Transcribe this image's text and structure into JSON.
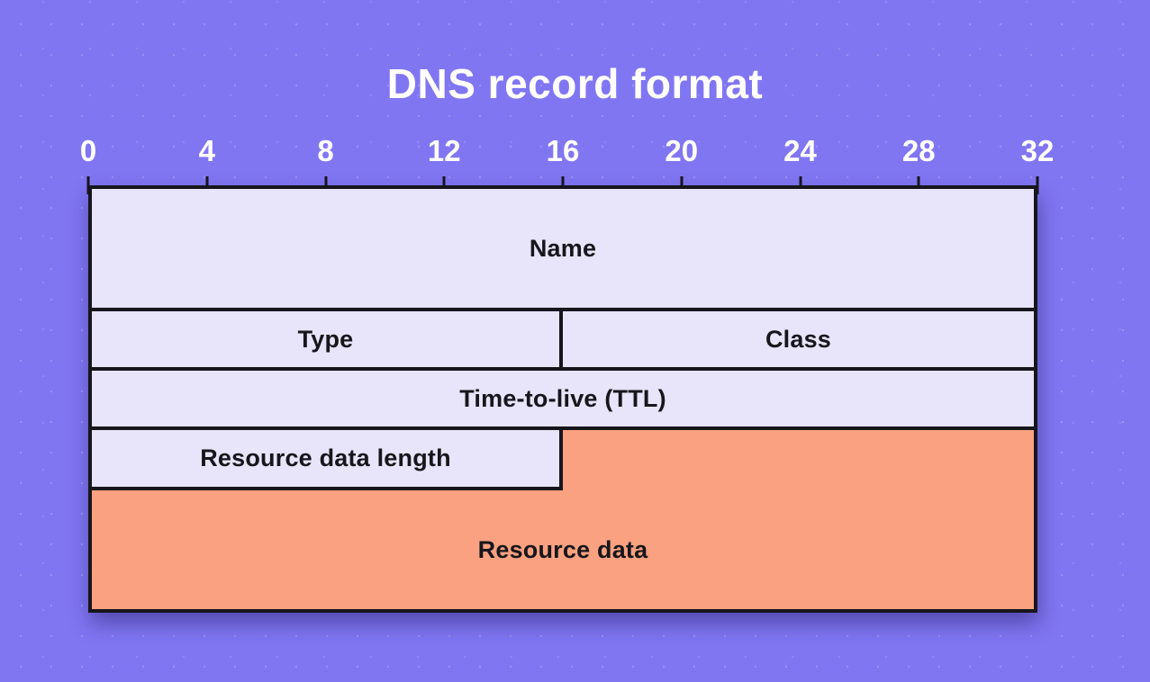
{
  "title": "DNS record format",
  "scale": {
    "unit_labels": [
      "0",
      "4",
      "8",
      "12",
      "16",
      "20",
      "24",
      "28",
      "32"
    ]
  },
  "fields": {
    "name": "Name",
    "type": "Type",
    "class": "Class",
    "ttl": "Time-to-live (TTL)",
    "resource_data_length": "Resource data length",
    "resource_data": "Resource data"
  },
  "colors": {
    "background": "#8176f2",
    "field": "#e8e4f9",
    "highlight": "#f9a180",
    "border": "#17161c",
    "title-text": "#ffffff"
  }
}
